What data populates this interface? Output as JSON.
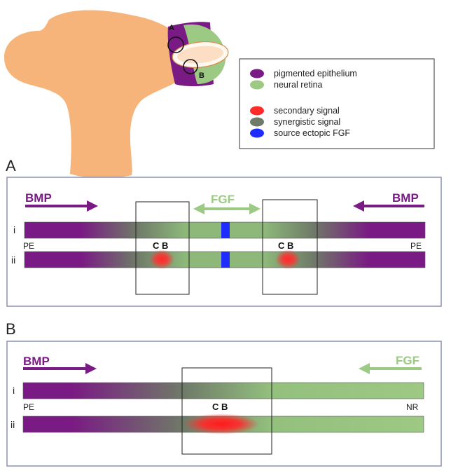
{
  "colors": {
    "purple": "#7a1a84",
    "green": "#9cc983",
    "gray": "#6f7a68",
    "red": "#ff2a2a",
    "blue": "#1f2cff",
    "embryo": "#f6b37a",
    "panel_border": "#8c90b4"
  },
  "embryo": {
    "circle_a": "A",
    "circle_b": "B"
  },
  "legend": {
    "items": [
      {
        "label": "pigmented epithelium",
        "color": "#7a1a84"
      },
      {
        "label": "neural retina",
        "color": "#9cc983"
      },
      {
        "label": "secondary signal",
        "color": "#ff2a2a"
      },
      {
        "label": "synergistic signal",
        "color": "#6f7a68"
      },
      {
        "label": "source ectopic FGF",
        "color": "#1f2cff"
      }
    ]
  },
  "panelA": {
    "letter": "A",
    "bmp_left": "BMP",
    "bmp_right": "BMP",
    "fgf": "FGF",
    "row_i": "i",
    "row_ii": "ii",
    "pe_left": "PE",
    "pe_right": "PE",
    "cb_left": "C B",
    "cb_right": "C B"
  },
  "panelB": {
    "letter": "B",
    "bmp": "BMP",
    "fgf": "FGF",
    "row_i": "i",
    "row_ii": "ii",
    "pe": "PE",
    "nr": "NR",
    "cb": "C B"
  }
}
